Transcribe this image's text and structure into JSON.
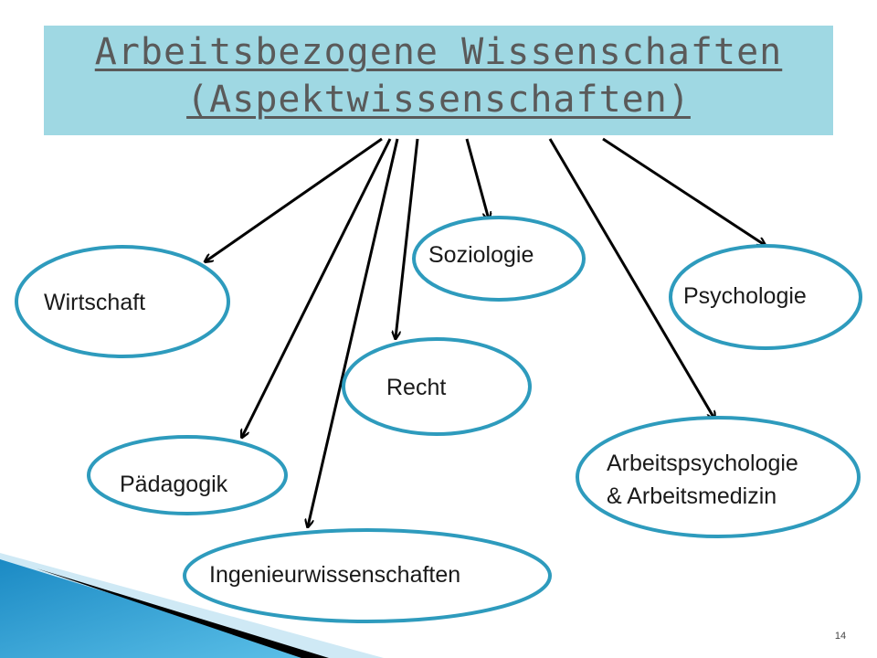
{
  "slide": {
    "title_line1": "Arbeitsbezogene Wissenschaften",
    "title_line2": "(Aspektwissenschaften)",
    "page_number": "14",
    "colors": {
      "title_band": "#9fd8e3",
      "node_fill": "#ffffff",
      "node_border": "#2e9bbd",
      "arrow": "#000000",
      "decor": "#1b8ac4"
    }
  },
  "nodes": [
    {
      "id": "wirtschaft",
      "label": "Wirtschaft"
    },
    {
      "id": "soziologie",
      "label": "Soziologie"
    },
    {
      "id": "psychologie",
      "label": "Psychologie"
    },
    {
      "id": "recht",
      "label": "Recht"
    },
    {
      "id": "paedagogik",
      "label": "Pädagogik"
    },
    {
      "id": "arbeitspsychologie",
      "label": "Arbeitspsychologie",
      "label2": "& Arbeitsmedizin"
    },
    {
      "id": "ingenieur",
      "label": "Ingenieurwissenschaften"
    }
  ]
}
